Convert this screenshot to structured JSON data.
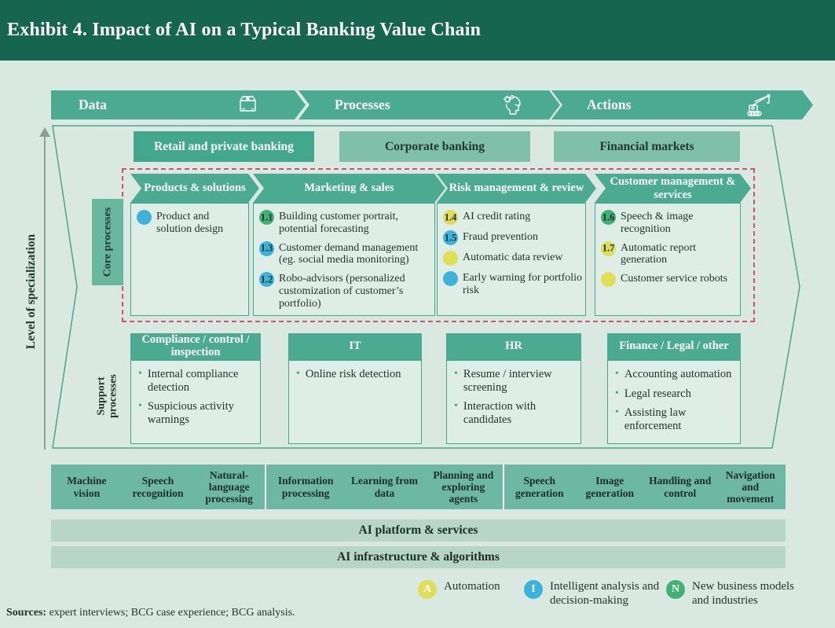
{
  "title": "Exhibit 4. Impact of AI on a Typical Banking Value Chain",
  "flow": [
    {
      "label": "Data",
      "icon": "package-box-icon"
    },
    {
      "label": "Processes",
      "icon": "head-gears-icon"
    },
    {
      "label": "Actions",
      "icon": "crane-icon"
    }
  ],
  "axis_label": "Level of specialization",
  "segments": [
    "Retail and private banking",
    "Corporate banking",
    "Financial markets"
  ],
  "core": {
    "label": "Core processes",
    "columns": [
      {
        "header": "Products & solutions",
        "items": [
          {
            "num": "",
            "type": "I",
            "text": "Product and solution design"
          }
        ]
      },
      {
        "header": "Marketing & sales",
        "items": [
          {
            "num": "1.1",
            "type": "N",
            "text": "Building customer portrait, potential forecasting"
          },
          {
            "num": "1.3",
            "type": "I",
            "text": "Customer demand management (eg. social media monitoring)"
          },
          {
            "num": "1.2",
            "type": "I",
            "text": "Robo-advisors (personalized customization of customer’s portfolio)"
          }
        ]
      },
      {
        "header": "Risk management & review",
        "items": [
          {
            "num": "1.4",
            "type": "A",
            "text": "AI credit rating"
          },
          {
            "num": "1.5",
            "type": "I",
            "text": "Fraud prevention"
          },
          {
            "num": "",
            "type": "A",
            "text": "Automatic data review"
          },
          {
            "num": "",
            "type": "I",
            "text": "Early warning for portfolio risk"
          }
        ]
      },
      {
        "header": "Customer management & services",
        "items": [
          {
            "num": "1.6",
            "type": "N",
            "text": "Speech & image recognition"
          },
          {
            "num": "1.7",
            "type": "A",
            "text": "Automatic report generation"
          },
          {
            "num": "",
            "type": "A",
            "text": "Customer service robots"
          }
        ]
      }
    ]
  },
  "support": {
    "label": "Support processes",
    "columns": [
      {
        "header": "Compliance / control / inspection",
        "items": [
          "Internal compliance detection",
          "Suspicious activity warnings"
        ]
      },
      {
        "header": "IT",
        "items": [
          "Online risk detection"
        ]
      },
      {
        "header": "HR",
        "items": [
          "Resume / interview screening",
          "Interaction with candidates"
        ]
      },
      {
        "header": "Finance / Legal / other",
        "items": [
          "Accounting automation",
          "Legal research",
          "Assisting law enforcement"
        ]
      }
    ]
  },
  "capabilities": {
    "groups": [
      [
        "Machine vision",
        "Speech recognition",
        "Natural-language processing"
      ],
      [
        "Information processing",
        "Learning from data",
        "Planning and exploring agents"
      ],
      [
        "Speech generation",
        "Image generation",
        "Handling and control",
        "Navigation and movement"
      ]
    ]
  },
  "platform_bar": "AI platform & services",
  "infrastructure_bar": "AI infrastructure & algorithms",
  "legend": [
    {
      "letter": "A",
      "type": "A",
      "label": "Automation"
    },
    {
      "letter": "I",
      "type": "I",
      "label": "Intelligent analysis and decision-making"
    },
    {
      "letter": "N",
      "type": "N",
      "label": "New business models and industries"
    }
  ],
  "sources_label": "Sources:",
  "sources_text": " expert interviews; BCG case experience; BCG analysis.",
  "colors": {
    "header_dark_green": "#16654e",
    "accent_teal": "#4aab90",
    "secondary_teal": "#7fc0ab",
    "panel_mint": "#deede6",
    "pale_bar": "#b8d6c8",
    "automation_yellow": "#dedf55",
    "intelligent_cyan": "#3cb4d9",
    "new_business_green": "#41b173",
    "dashed_red": "#d5506f",
    "page_background": "#d9e8e1"
  }
}
